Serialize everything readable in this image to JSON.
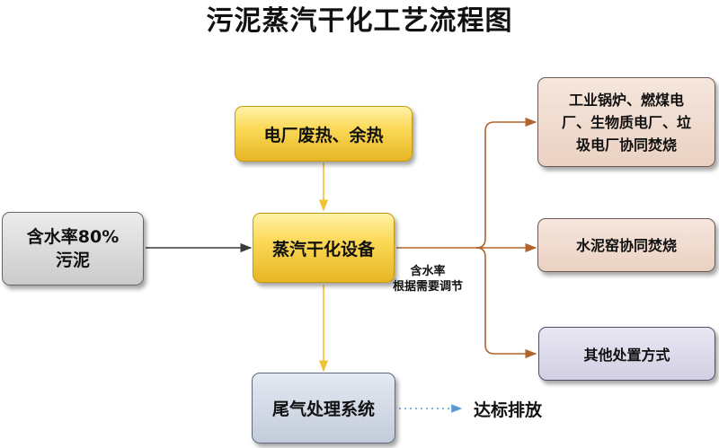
{
  "title": "污泥蒸汽干化工艺流程图",
  "nodes": {
    "sludge": {
      "line1": "含水率80%",
      "line2": "污泥"
    },
    "heat_source": "电厂废热、余热",
    "dryer": "蒸汽干化设备",
    "exhaust": "尾气处理系统",
    "discharge": "达标排放",
    "industrial": {
      "line1": "工业锅炉、燃煤电",
      "line2": "厂、生物质电厂、垃",
      "line3": "圾电厂协同焚烧"
    },
    "cement": "水泥窑协同焚烧",
    "other": "其他处置方式"
  },
  "annotation": {
    "line1": "含水率",
    "line2": "根据需要调节"
  },
  "colors": {
    "dark_arrow": "#3a3a3a",
    "yellow_arrow": "#f1c232",
    "brown_arrow": "#b0632a",
    "dotted_arrow": "#5b9bd5"
  }
}
